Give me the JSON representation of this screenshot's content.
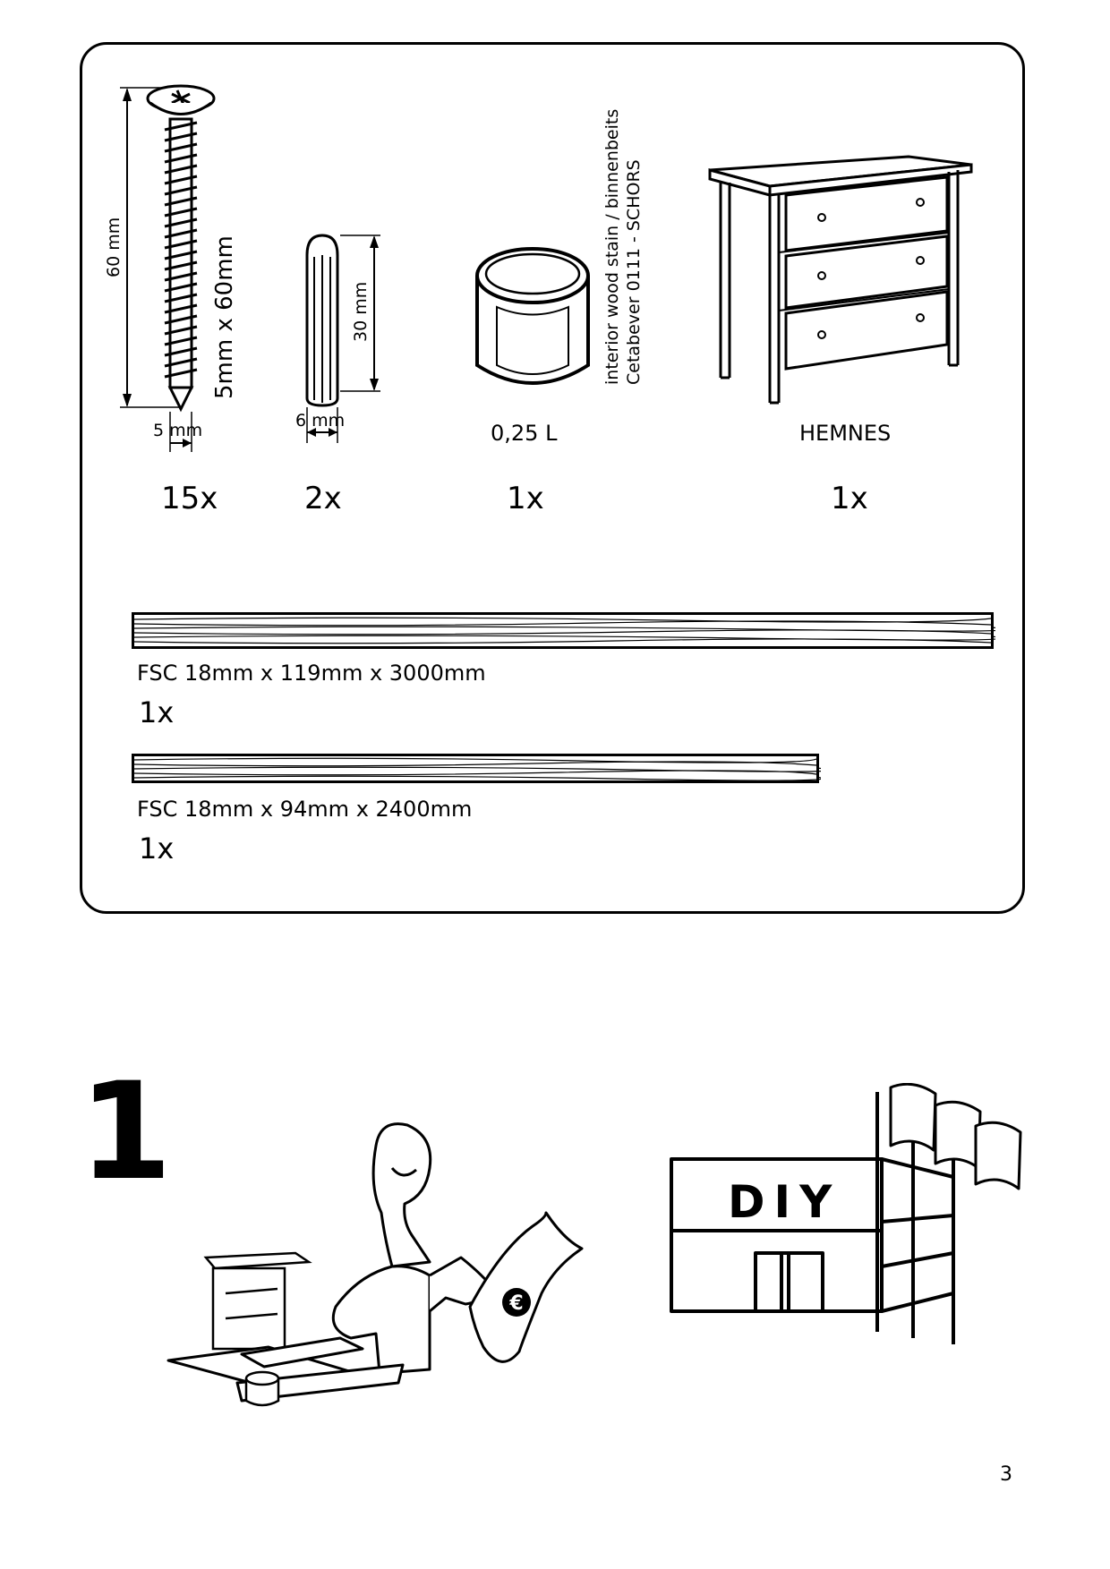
{
  "parts": {
    "screw": {
      "dim_height": "60 mm",
      "spec": "5mm x 60mm",
      "dim_width": "5 mm",
      "qty": "15x",
      "icon": "screw-icon"
    },
    "dowel": {
      "dim_height": "30 mm",
      "dim_width": "6 mm",
      "qty": "2x",
      "icon": "dowel-icon"
    },
    "stain": {
      "volume": "0,25 L",
      "desc_line1": "interior wood stain / binnenbeits",
      "desc_line2": "Cetabever 0111 - SCHORS",
      "qty": "1x",
      "icon": "paint-can-icon"
    },
    "dresser": {
      "name": "HEMNES",
      "qty": "1x",
      "icon": "dresser-icon"
    }
  },
  "boards": [
    {
      "label": "FSC 18mm x 119mm x 3000mm",
      "qty": "1x"
    },
    {
      "label": "FSC 18mm x 94mm x 2400mm",
      "qty": "1x"
    }
  ],
  "step": {
    "number": "1",
    "store_sign": "DIY",
    "currency_symbol": "€"
  },
  "page_number": "3"
}
